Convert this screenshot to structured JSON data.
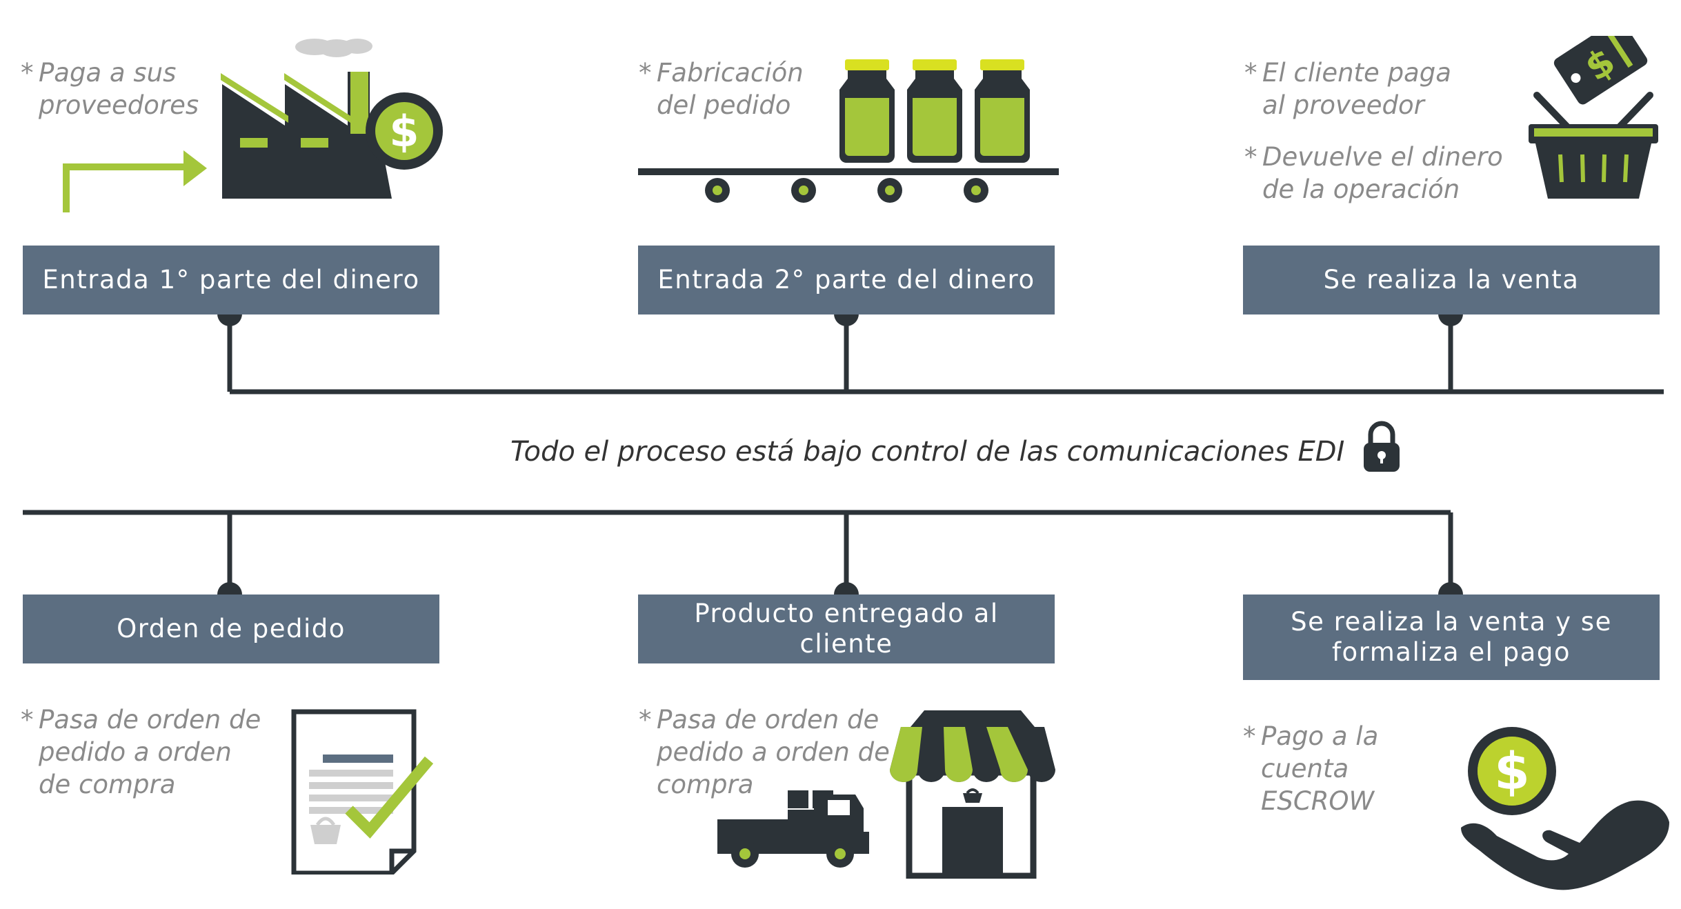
{
  "colors": {
    "box": "#5c6e81",
    "green": "#a4c63b",
    "dark": "#2c3338",
    "note": "#8a8a8a"
  },
  "top_steps": [
    {
      "label": "Entrada 1° parte del dinero",
      "notes": [
        "Paga a sus",
        "proveedores"
      ],
      "icon": "factory-dollar-icon"
    },
    {
      "label": "Entrada 2° parte del dinero",
      "notes": [
        "Fabricación",
        "del pedido"
      ],
      "icon": "conveyor-bottles-icon"
    },
    {
      "label": "Se realiza la venta",
      "notes": [
        "El cliente paga",
        "al proveedor"
      ],
      "notes2": [
        "Devuelve el dinero",
        "de la operación"
      ],
      "icon": "basket-price-tag-icon"
    }
  ],
  "bottom_steps": [
    {
      "label": "Orden de pedido",
      "notes": [
        "Pasa de orden de",
        "pedido a orden",
        "de compra"
      ],
      "icon": "checked-document-icon"
    },
    {
      "label": "Producto entregado al cliente",
      "notes": [
        "Pasa de orden de",
        "pedido a orden de",
        "compra"
      ],
      "icon": "truck-store-icon"
    },
    {
      "label_lines": [
        "Se realiza la venta y se",
        "formaliza el pago"
      ],
      "notes": [
        "Pago a la",
        "cuenta",
        "ESCROW"
      ],
      "icon": "hand-coin-icon"
    }
  ],
  "center": {
    "text": "Todo el proceso está bajo control de las comunicaciones EDI",
    "icon": "padlock-icon"
  },
  "star": "*"
}
